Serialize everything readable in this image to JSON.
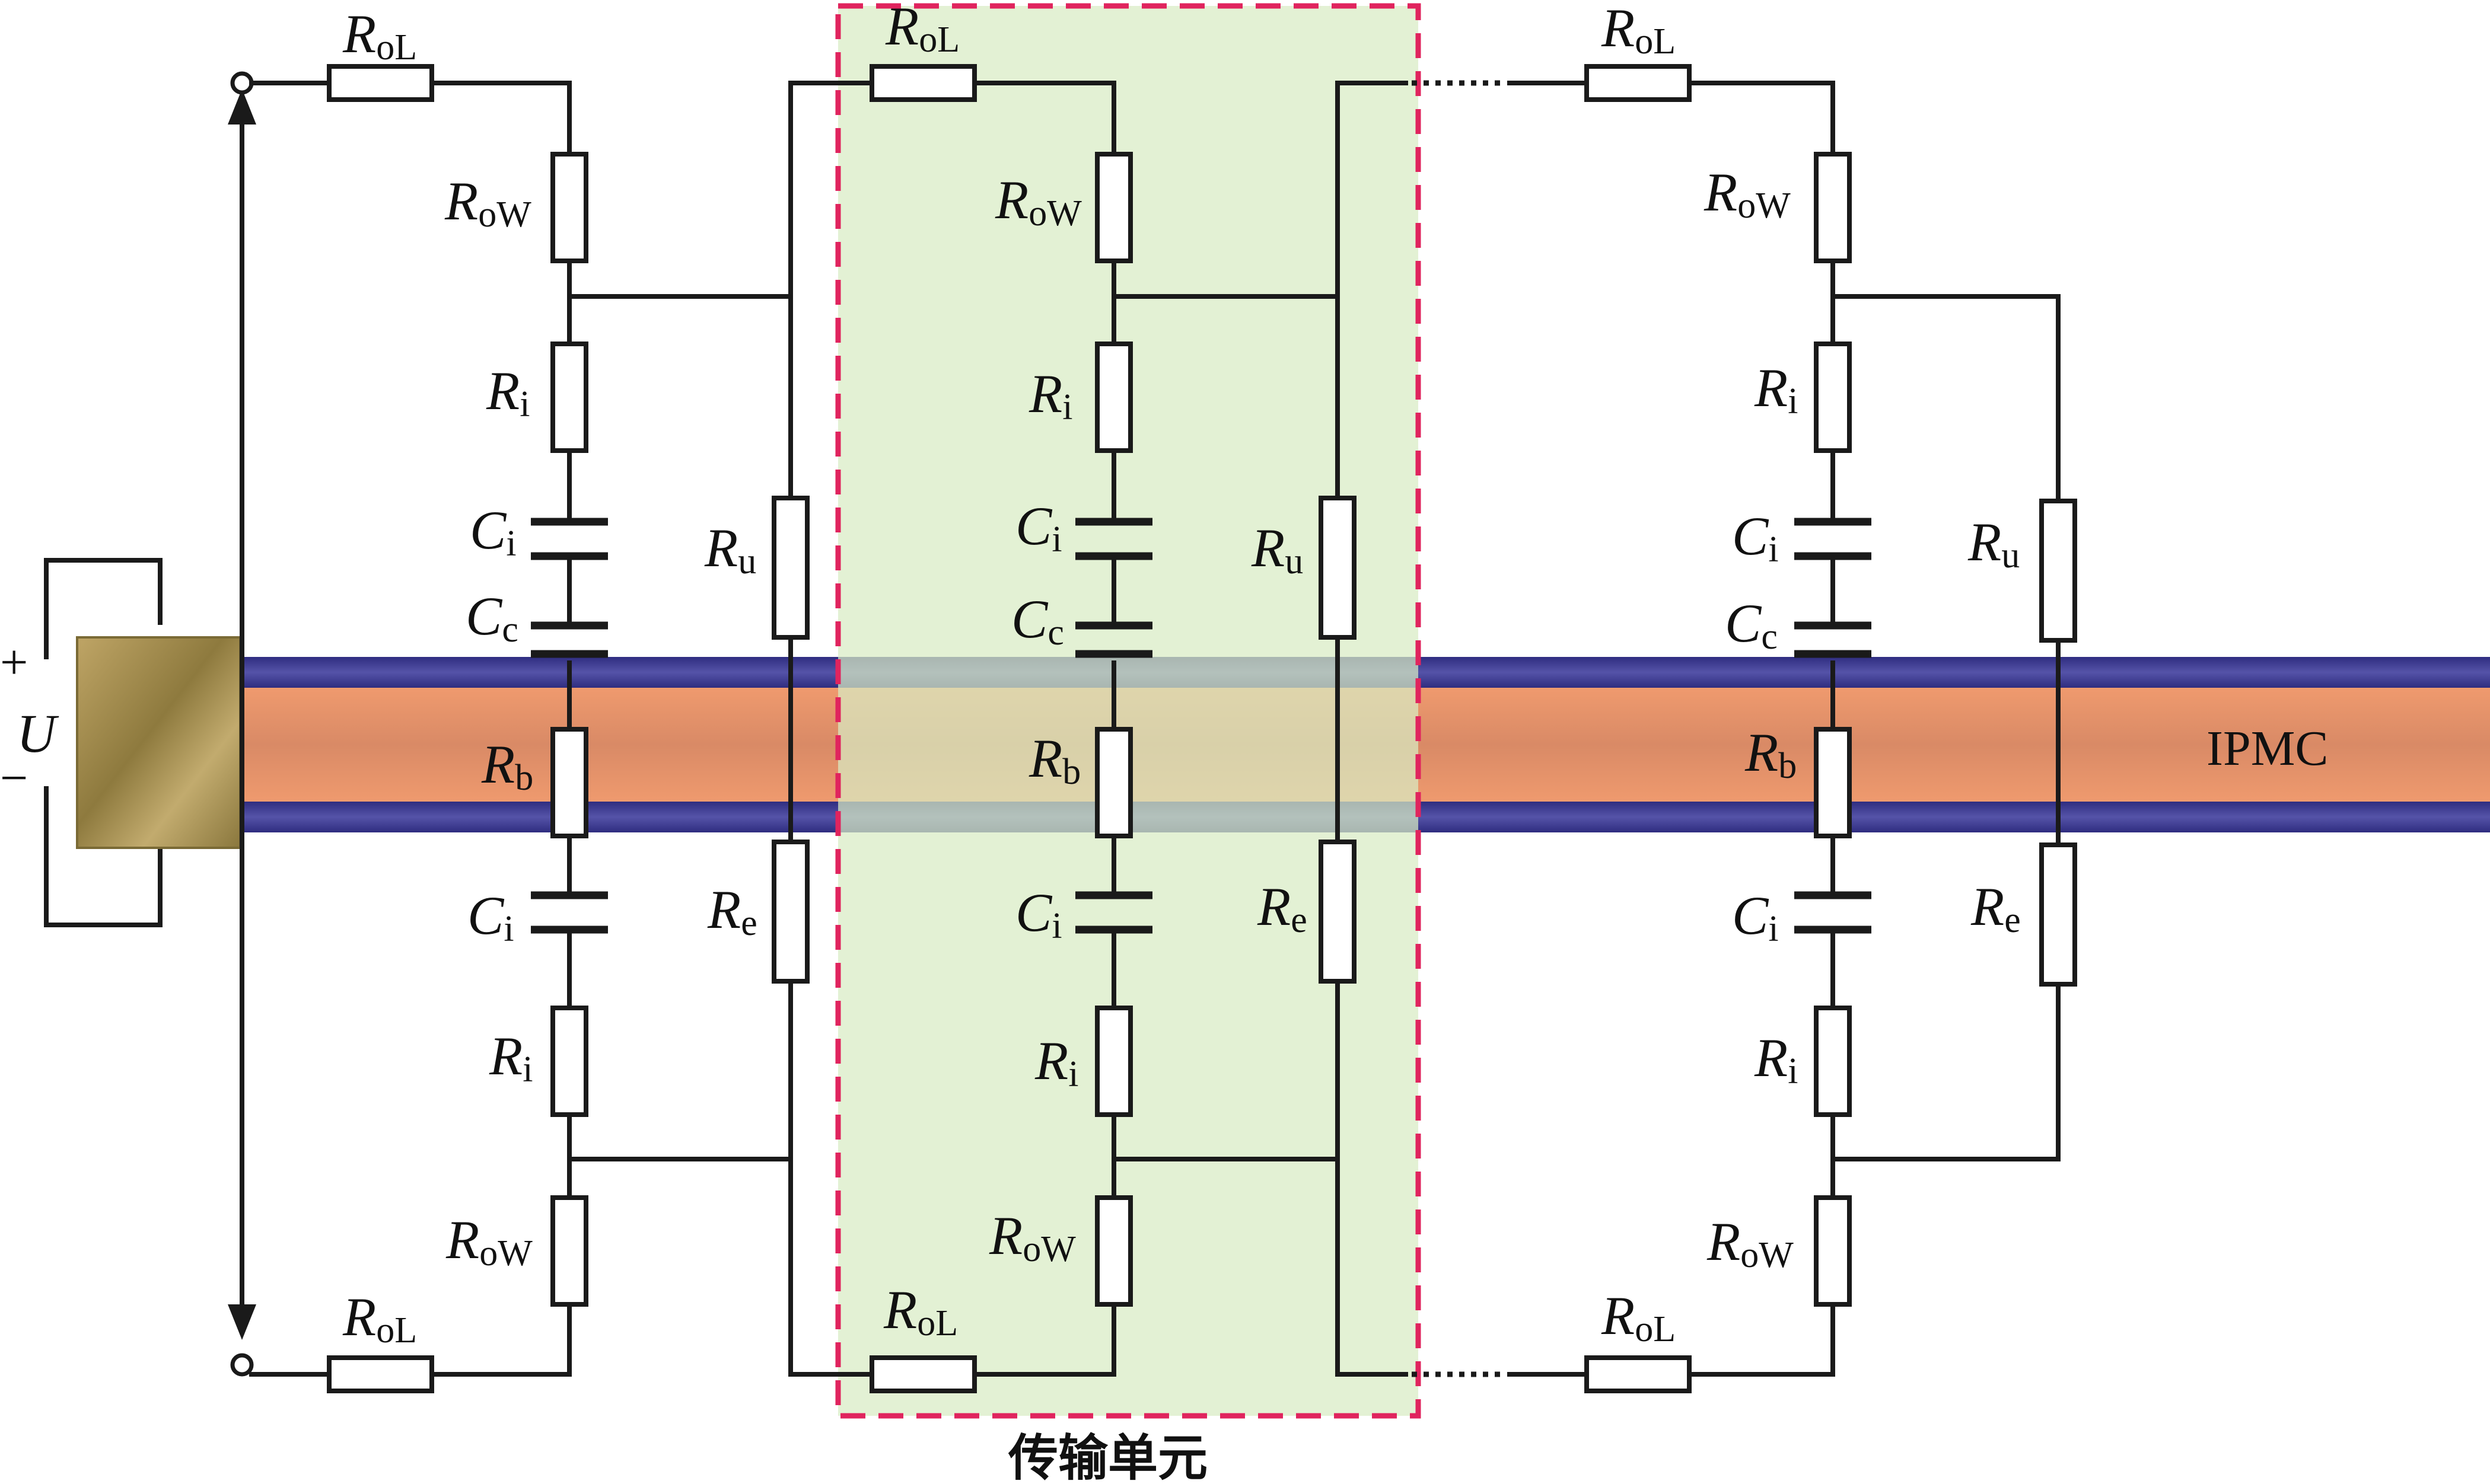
{
  "labels": {
    "source": "U",
    "plus": "+",
    "minus": "−",
    "material": "IPMC",
    "unit_caption": "传输单元",
    "R": "R",
    "C": "C",
    "sub_oL": "oL",
    "sub_oW": "oW",
    "sub_i": "i",
    "sub_c": "c",
    "sub_b": "b",
    "sub_u": "u",
    "sub_e": "e"
  },
  "colors": {
    "electrode": "#3f3d92",
    "polymer": "#e08c67",
    "unit_fill": "#d8ebc4",
    "unit_border": "#e0245e",
    "clamp": "#a68f4c"
  }
}
